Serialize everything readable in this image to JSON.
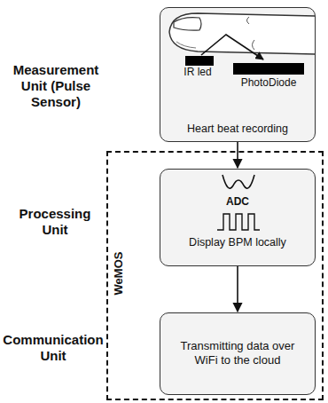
{
  "diagram": {
    "nodes": [
      {
        "text": [
          "Heart beat recording"
        ]
      },
      {
        "text": [
          "WeMOS"
        ]
      },
      {
        "text": [
          "ADC",
          "Display BPM locally"
        ],
        "in": 1
      },
      {
        "text": [
          "Transmitting data over WiFi to the cloud"
        ],
        "in": 1
      }
    ],
    "edges": [
      {
        "from": 0,
        "to": 2,
        "arrow": "to"
      },
      {
        "from": 2,
        "to": 3,
        "arrow": "to"
      }
    ],
    "labels": [
      "Measurement Unit (Pulse Sensor)",
      "Processing Unit",
      "Communication Unit",
      "IR led",
      "PhotoDiode"
    ]
  }
}
